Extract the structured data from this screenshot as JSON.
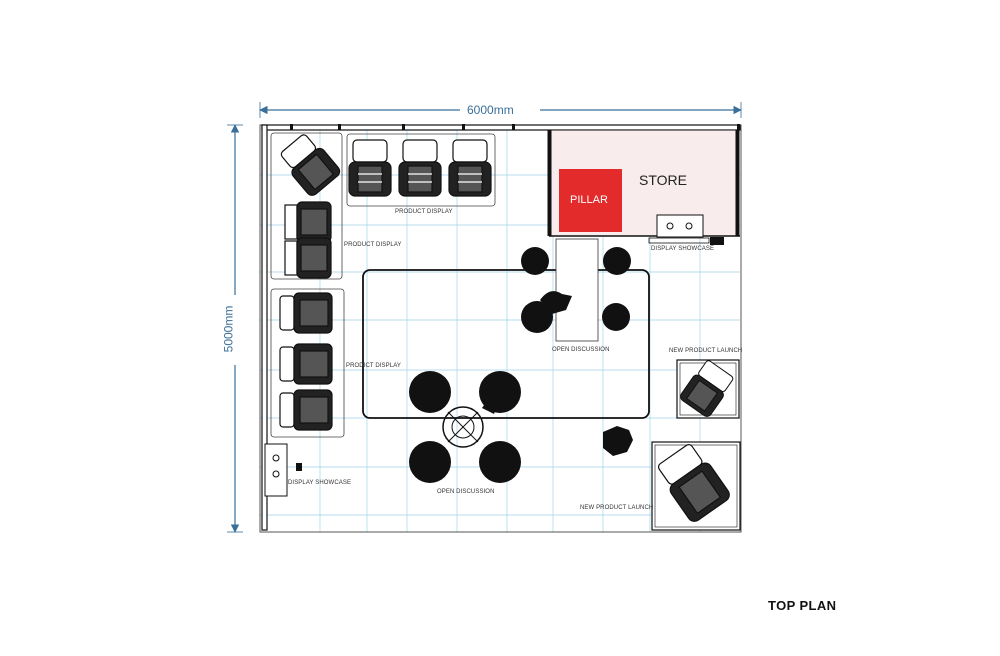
{
  "dimensions": {
    "width": "6000mm",
    "height": "5000mm"
  },
  "zones": {
    "store": "STORE",
    "pillar": "PILLAR",
    "product_display_top": "PRODUCT DISPLAY",
    "product_display_left_upper": "PRODUCT DISPLAY",
    "product_display_left_lower": "PRODICT DISPLAY",
    "display_showcase_right": "DISPLAY SHOWCASE",
    "display_showcase_left": "DISPLAY SHOWCASE",
    "open_discussion_table": "OPEN DISCUSSION",
    "open_discussion_round": "OPEN DISCUSSION",
    "new_product_launch_upper": "NEW  PRODUCT LAUNCH",
    "new_product_launch_lower": "NEW  PRODUCT LAUNCH"
  },
  "title": "TOP PLAN",
  "colors": {
    "pillar": "#e32b2b",
    "store": "#f8ecec",
    "grid": "#9fd3ea",
    "dimension": "#3a6f9a",
    "ink": "#111111"
  }
}
